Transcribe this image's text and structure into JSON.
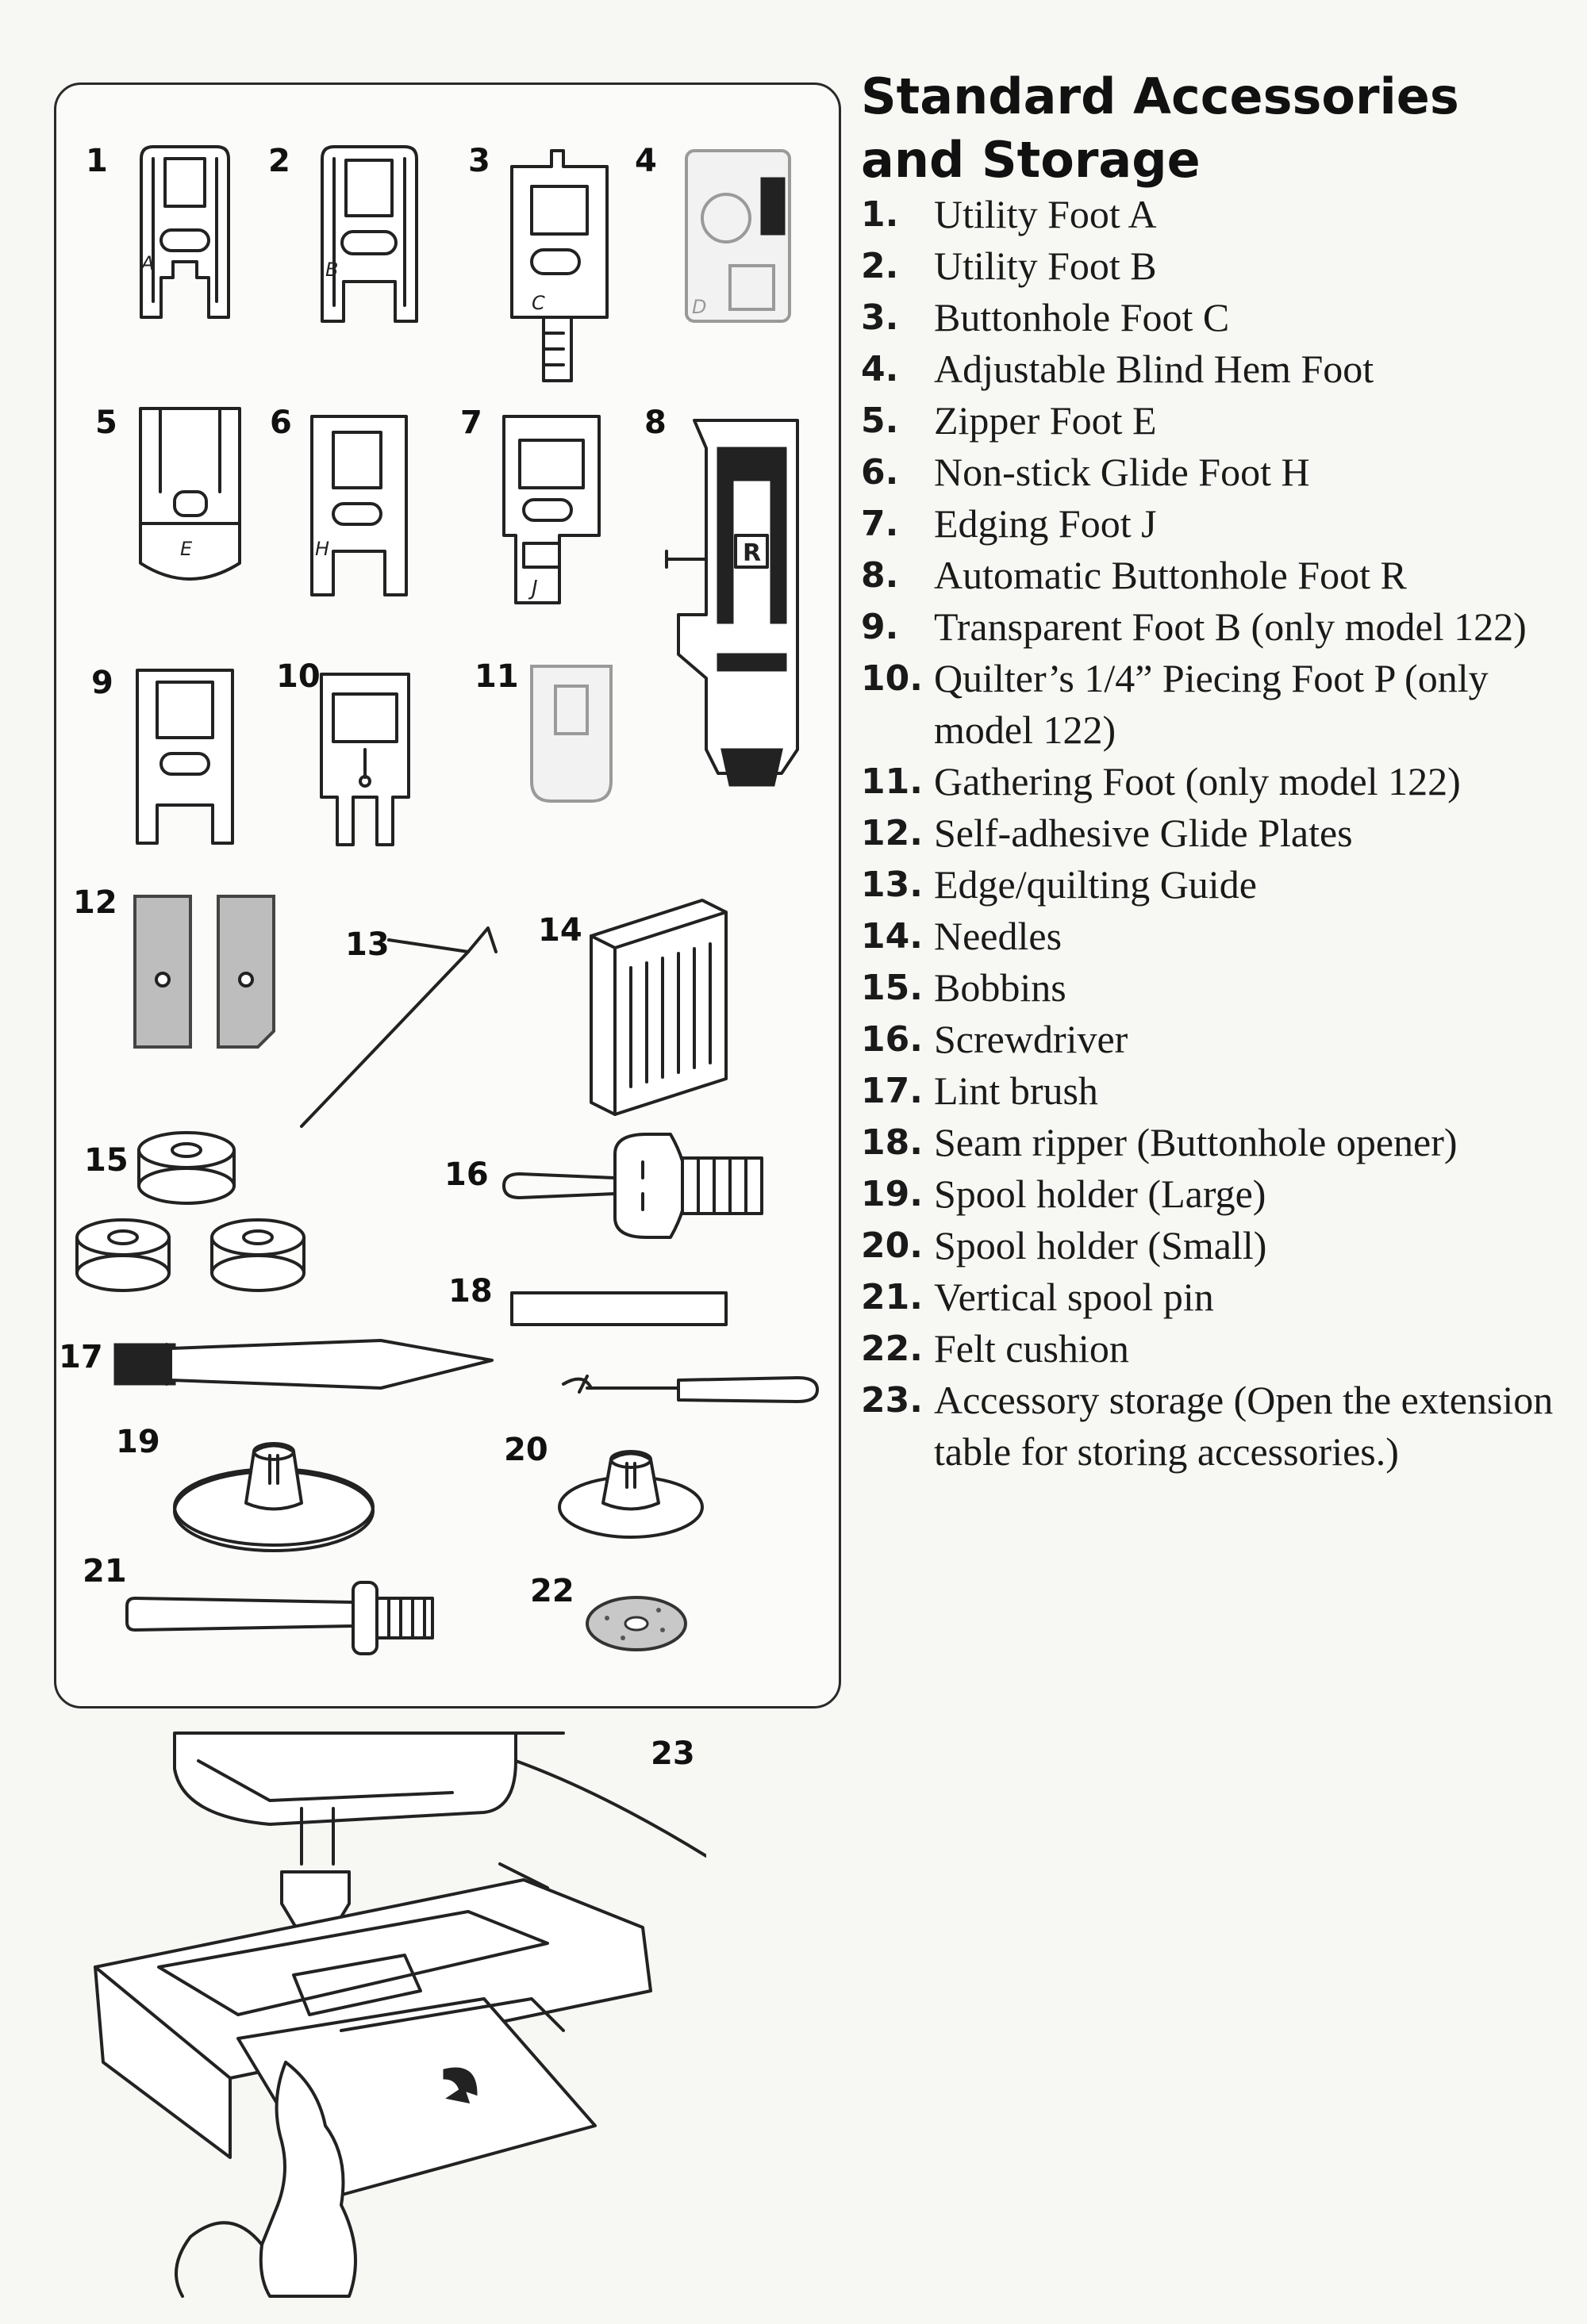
{
  "title": "Standard Accessories and Storage",
  "items": [
    {
      "num": "1.",
      "text": "Utility Foot A"
    },
    {
      "num": "2.",
      "text": "Utility Foot B"
    },
    {
      "num": "3.",
      "text": "Buttonhole Foot C"
    },
    {
      "num": "4.",
      "text": "Adjustable Blind Hem Foot"
    },
    {
      "num": "5.",
      "text": "Zipper Foot E"
    },
    {
      "num": "6.",
      "text": "Non-stick Glide Foot H"
    },
    {
      "num": "7.",
      "text": "Edging Foot J"
    },
    {
      "num": "8.",
      "text": "Automatic Buttonhole Foot R"
    },
    {
      "num": "9.",
      "text": "Transparent Foot B (only model 122)"
    },
    {
      "num": "10.",
      "text": "Quilter’s 1/4” Piecing Foot P (only model 122)"
    },
    {
      "num": "11.",
      "text": "Gathering Foot (only model 122)"
    },
    {
      "num": "12.",
      "text": "Self-adhesive Glide Plates"
    },
    {
      "num": "13.",
      "text": "Edge/quilting Guide"
    },
    {
      "num": "14.",
      "text": "Needles"
    },
    {
      "num": "15.",
      "text": "Bobbins"
    },
    {
      "num": "16.",
      "text": "Screwdriver"
    },
    {
      "num": "17.",
      "text": "Lint brush"
    },
    {
      "num": "18.",
      "text": "Seam ripper (Buttonhole opener)"
    },
    {
      "num": "19.",
      "text": "Spool holder (Large)"
    },
    {
      "num": "20.",
      "text": "Spool holder (Small)"
    },
    {
      "num": "21.",
      "text": "Vertical spool pin"
    },
    {
      "num": "22.",
      "text": "Felt cushion"
    },
    {
      "num": "23.",
      "text": "Accessory storage (Open the extension table for storing accessories.)"
    }
  ],
  "figure_labels": {
    "n1": "1",
    "n2": "2",
    "n3": "3",
    "n4": "4",
    "n5": "5",
    "n6": "6",
    "n7": "7",
    "n8": "8",
    "n9": "9",
    "n10": "10",
    "n11": "11",
    "n12": "12",
    "n13": "13",
    "n14": "14",
    "n15": "15",
    "n16": "16",
    "n17": "17",
    "n18": "18",
    "n19": "19",
    "n20": "20",
    "n21": "21",
    "n22": "22",
    "n23": "23"
  },
  "foot_letters": {
    "a": "A",
    "b": "B",
    "c": "C",
    "d": "D",
    "e": "E",
    "h": "H",
    "j": "J",
    "r": "R"
  }
}
